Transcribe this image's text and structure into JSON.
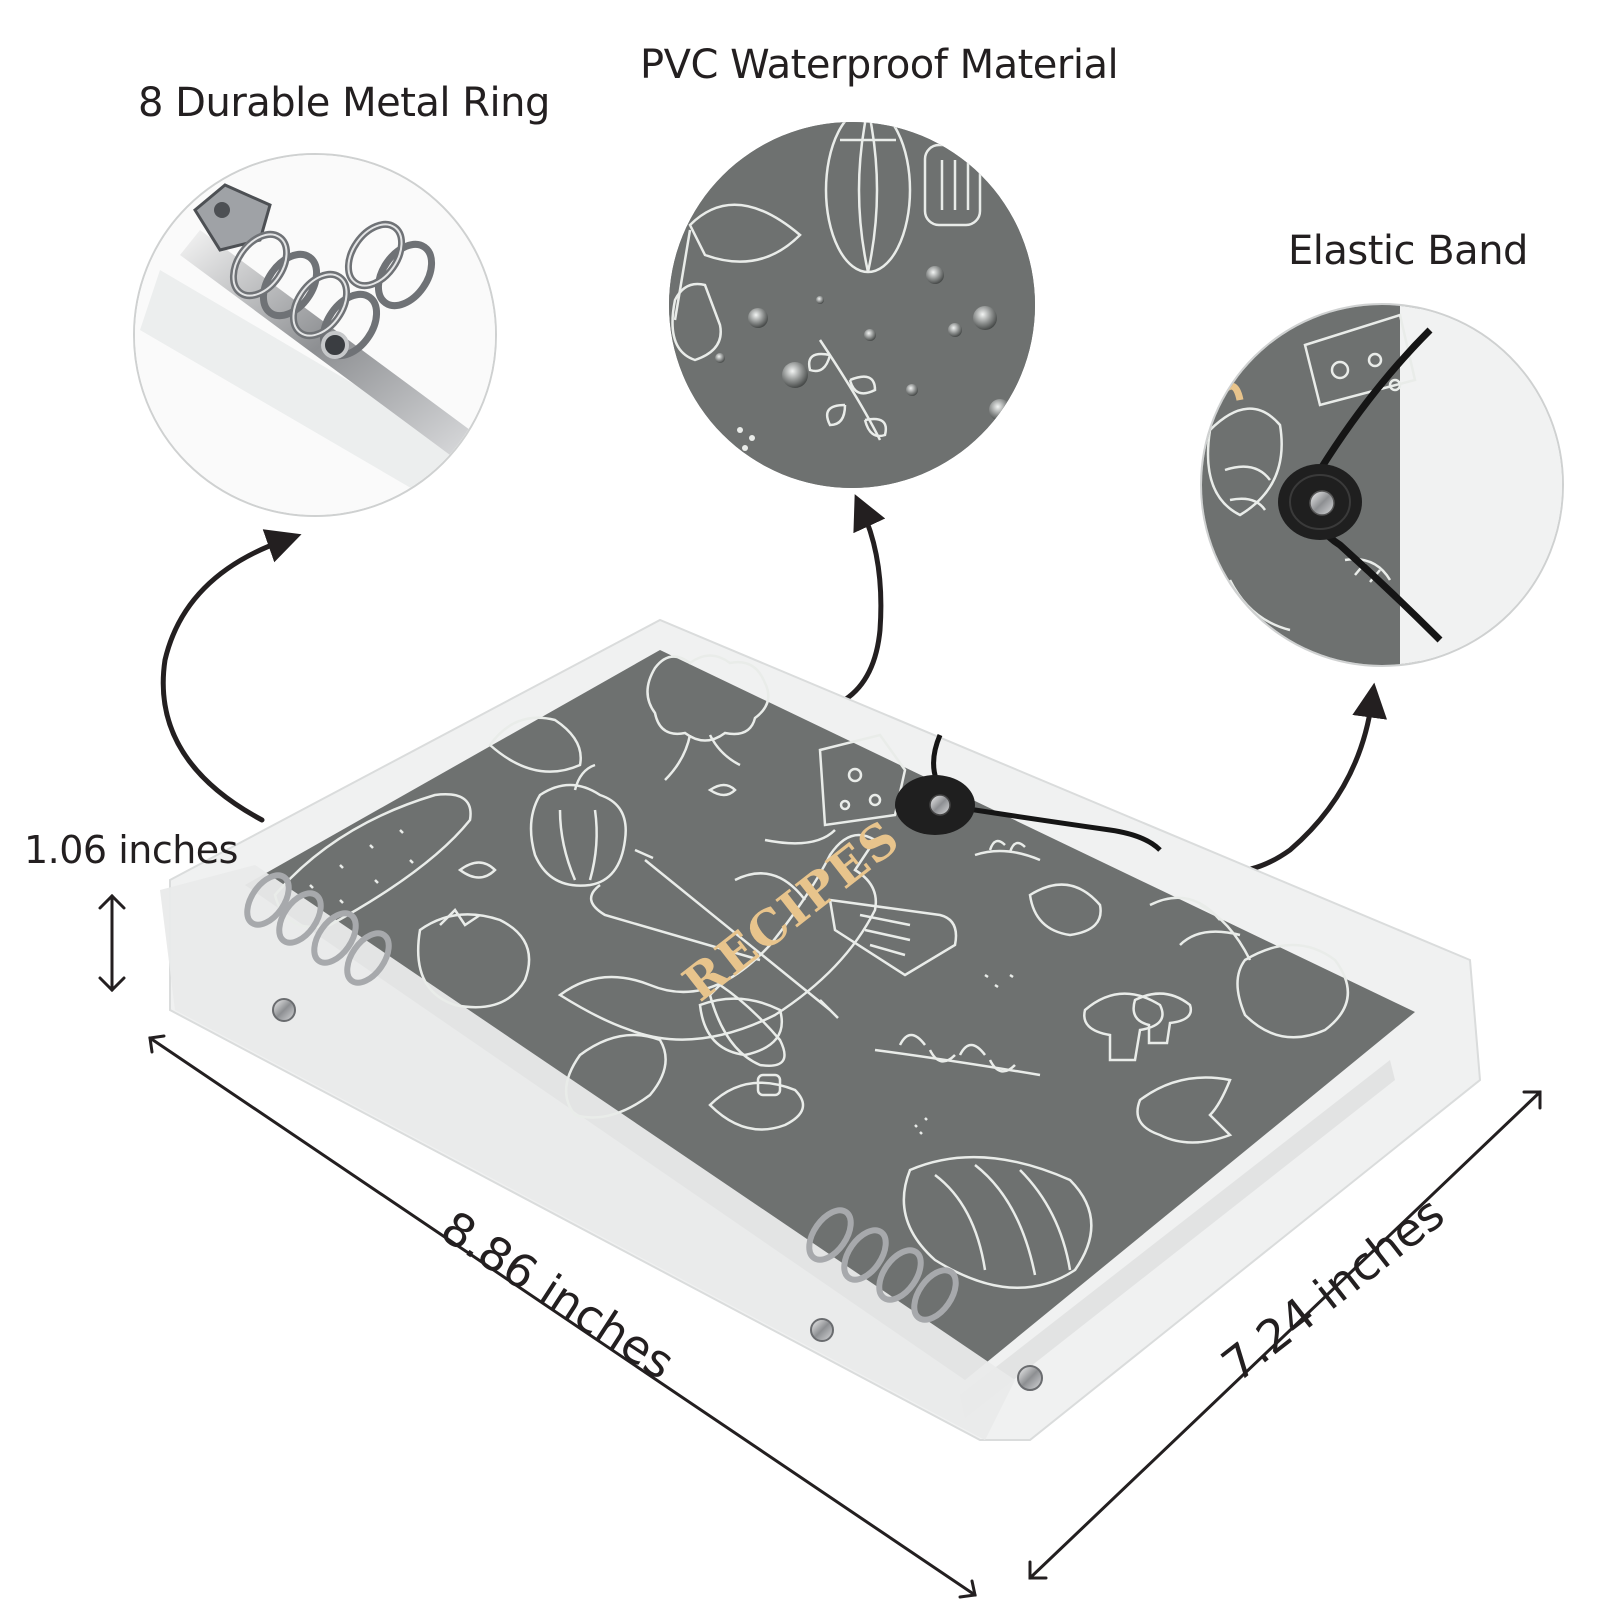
{
  "features": {
    "ring_label": "8 Durable Metal Ring",
    "pvc_label": "PVC Waterproof Material",
    "band_label": "Elastic Band"
  },
  "dimensions": {
    "height": "1.06  inches",
    "length": "8.86 inches",
    "width": "7.24 inches"
  },
  "cover": {
    "title": "RECIPES"
  },
  "colors": {
    "cover": "#6e7170",
    "cover_dark": "#5d605f",
    "ink": "#231f20",
    "line_art": "#e9ece9",
    "title": "#e8c48c",
    "pvc": "#eceeee"
  }
}
